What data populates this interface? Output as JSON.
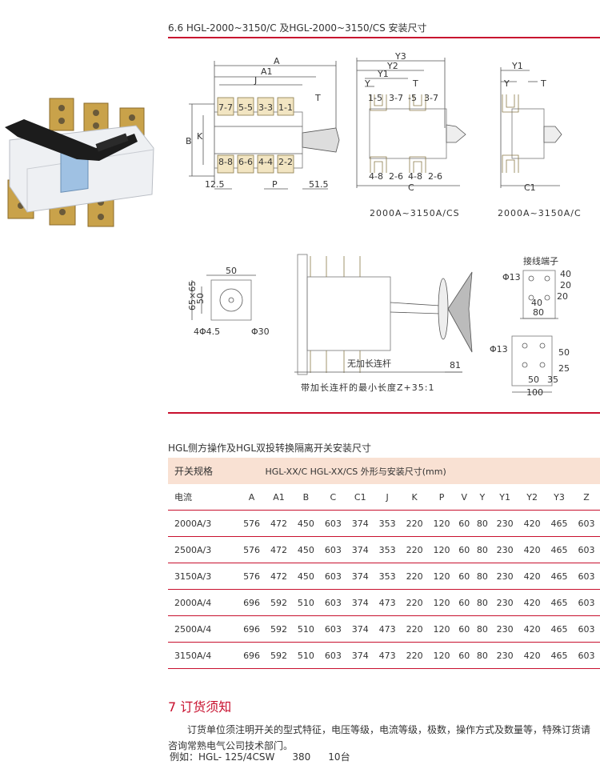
{
  "section_title": "6.6 HGL-2000~3150/C 及HGL-2000~3150/CS 安装尺寸",
  "drawing": {
    "dims_a": [
      "A",
      "A1",
      "J",
      "B",
      "K",
      "12.5",
      "P",
      "51.5",
      "T"
    ],
    "pole_top": [
      "7-7",
      "5-5",
      "3-3",
      "1-1"
    ],
    "pole_bot": [
      "8-8",
      "6-6",
      "4-4",
      "2-2"
    ],
    "dims_b": [
      "Y3",
      "Y2",
      "Y1",
      "Y",
      "T",
      "C"
    ],
    "b_top": [
      "1-5",
      "3-7",
      "-5",
      "3-7"
    ],
    "b_bot": [
      "4-8",
      "2-6",
      "4-8",
      "2-6"
    ],
    "caption_cs": "2000A~3150A/CS",
    "dims_c": [
      "Y1",
      "Y",
      "T",
      "C1"
    ],
    "caption_c": "2000A~3150A/C",
    "mount": [
      "50",
      "65×65",
      "50",
      "4Φ4.5",
      "Φ30"
    ],
    "rod_label": "无加长连杆",
    "rod_dim": "81",
    "rod_caption": "带加长连杆的最小长度Z+35:1",
    "terminal_title": "接线端子",
    "term1": [
      "Φ13",
      "40",
      "20",
      "20",
      "40",
      "80"
    ],
    "term2": [
      "Φ13",
      "50",
      "25",
      "50",
      "35",
      "100"
    ]
  },
  "table": {
    "title": "HGL侧方操作及HGL双投转换隔离开关安装尺寸",
    "spec_label": "开关规格",
    "spec_value": "HGL-XX/C HGL-XX/CS 外形与安装尺寸(mm)",
    "columns": [
      "电流",
      "A",
      "A1",
      "B",
      "C",
      "C1",
      "J",
      "K",
      "P",
      "V",
      "Y",
      "Y1",
      "Y2",
      "Y3",
      "Z"
    ],
    "rows": [
      [
        "2000A/3",
        "576",
        "472",
        "450",
        "603",
        "374",
        "353",
        "220",
        "120",
        "60",
        "80",
        "230",
        "420",
        "465",
        "603"
      ],
      [
        "2500A/3",
        "576",
        "472",
        "450",
        "603",
        "374",
        "353",
        "220",
        "120",
        "60",
        "80",
        "230",
        "420",
        "465",
        "603"
      ],
      [
        "3150A/3",
        "576",
        "472",
        "450",
        "603",
        "374",
        "353",
        "220",
        "120",
        "60",
        "80",
        "230",
        "420",
        "465",
        "603"
      ],
      [
        "2000A/4",
        "696",
        "592",
        "510",
        "603",
        "374",
        "473",
        "220",
        "120",
        "60",
        "80",
        "230",
        "420",
        "465",
        "603"
      ],
      [
        "2500A/4",
        "696",
        "592",
        "510",
        "603",
        "374",
        "473",
        "220",
        "120",
        "60",
        "80",
        "230",
        "420",
        "465",
        "603"
      ],
      [
        "3150A/4",
        "696",
        "592",
        "510",
        "603",
        "374",
        "473",
        "220",
        "120",
        "60",
        "80",
        "230",
        "420",
        "465",
        "603"
      ]
    ]
  },
  "order": {
    "title": "7 订货须知",
    "body": "订货单位须注明开关的型式特征，电压等级，电流等级，极数，操作方式及数量等，特殊订货请咨询常熟电气公司技术部门。",
    "example_label": "例如：HGL- 125/4CSW",
    "example_v": "380",
    "example_qty": "10台"
  },
  "colors": {
    "accent": "#c8102e",
    "header_bg": "#f9e1d3"
  }
}
